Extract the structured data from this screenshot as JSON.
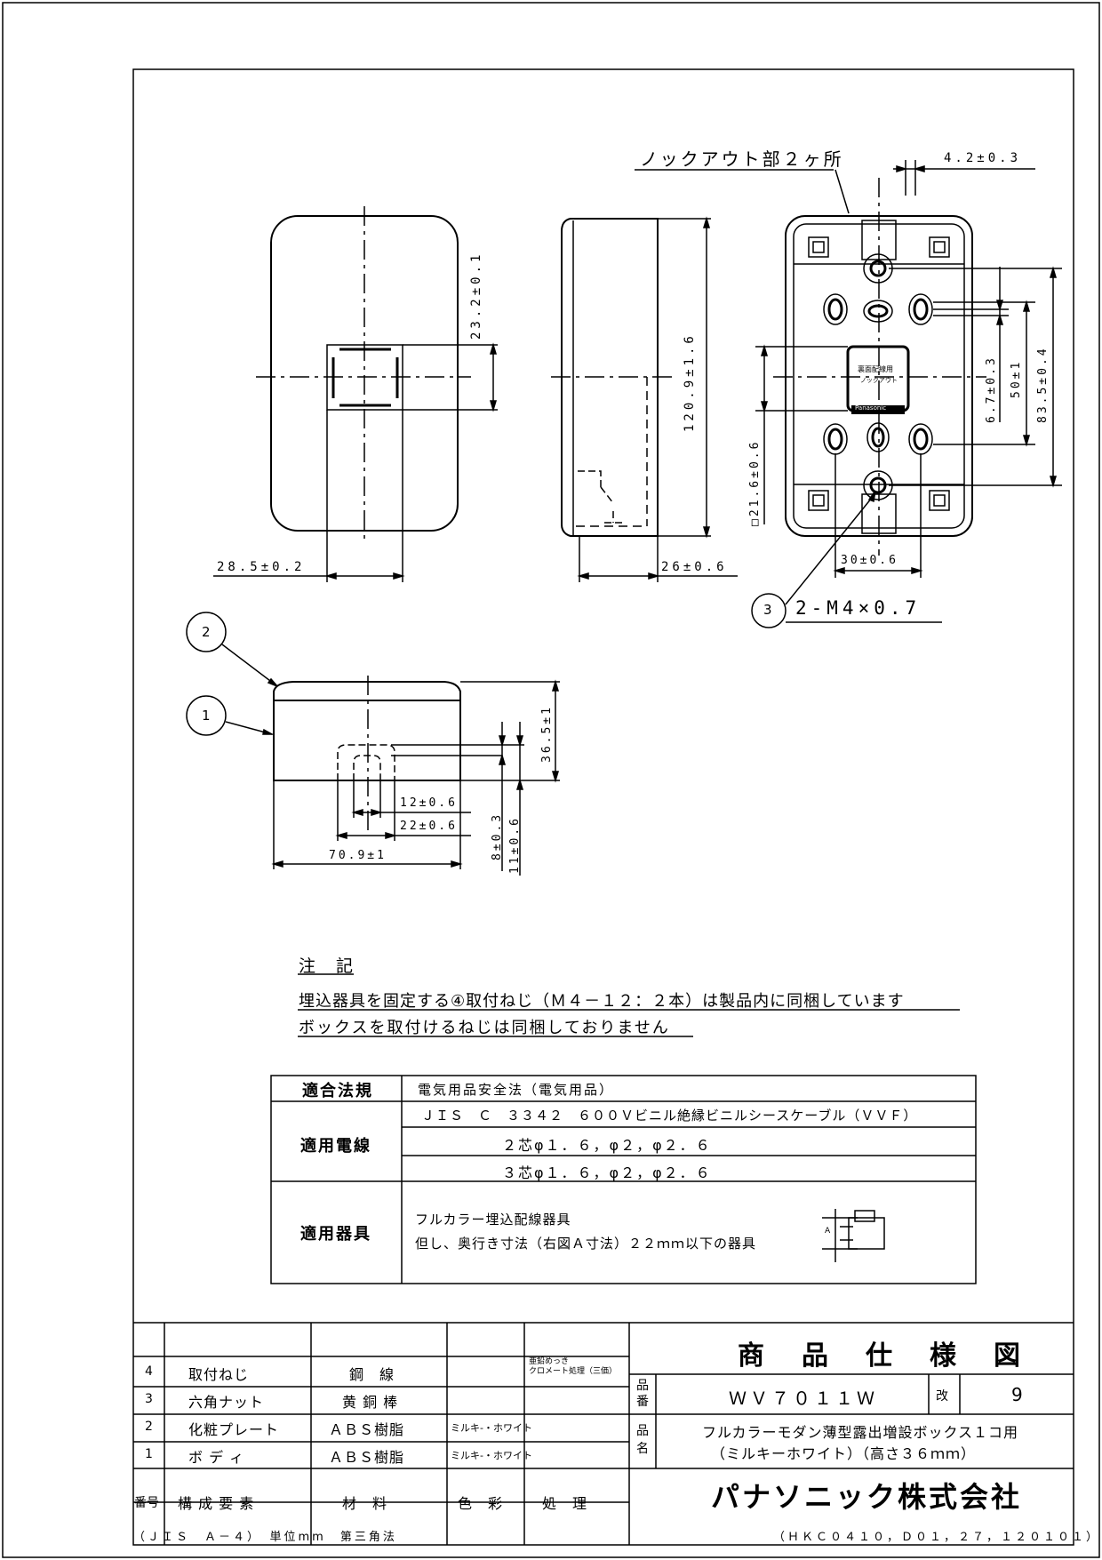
{
  "drawing": {
    "knockout_callout": "ノックアウト部２ヶ所",
    "dim_42": "4.2±0.3",
    "dim_232": "23.2±0.1",
    "dim_1209": "120.9±1.6",
    "dim_285": "28.5±0.2",
    "dim_26": "26±0.6",
    "dim_67": "6.7±0.3",
    "dim_50": "50±1",
    "dim_835": "83.5±0.4",
    "dim_216": "□21.6±0.6",
    "dim_30": "30±0.6",
    "screw_ref_num": "3",
    "screw_ref_text": "2-M4×0.7",
    "balloon_2": "2",
    "balloon_1": "1",
    "dim_365": "36.5±1",
    "dim_12": "12±0.6",
    "dim_22": "22±0.6",
    "dim_709": "70.9±1",
    "dim_8": "8±0.3",
    "dim_11": "11±0.6",
    "label_rear": "裏面配線用",
    "label_knock": "ノックアウト",
    "label_brand_small": "Panasonic"
  },
  "notes": {
    "heading": "注　記",
    "line1": "埋込器具を固定する④取付ねじ（Ｍ４－１２：２本）は製品内に同梱しています",
    "line2": "ボックスを取付けるねじは同梱しておりません"
  },
  "spec_table": {
    "law_label": "適合法規",
    "law_value": "電気用品安全法（電気用品）",
    "wire_label": "適用電線",
    "wire_rows": [
      "ＪＩＳ　Ｃ　３３４２　６００Ｖビニル絶縁ビニルシースケーブル（ＶＶＦ）",
      "２芯φ１．６，φ２，φ２．６",
      "３芯φ１．６，φ２，φ２．６"
    ],
    "device_label": "適用器具",
    "device_line1": "フルカラー埋込配線器具",
    "device_line2": "但し、奥行き寸法（右図Ａ寸法）２２ｍｍ以下の器具",
    "device_dim_label": "A"
  },
  "title_block": {
    "title": "商　品　仕　様　図",
    "hinban_label": "品番",
    "hinban": "ＷＶ７０１１Ｗ",
    "rev_label": "改",
    "rev": "9",
    "hinmei_label": "品名",
    "hinmei_line1": "フルカラーモダン薄型露出増設ボックス１コ用",
    "hinmei_line2": "（ミルキーホワイト）（高さ３６ｍｍ）",
    "company": "パナソニック株式会社",
    "header_row": {
      "no": "番号",
      "part": "構 成 要 素",
      "material": "材　料",
      "color": "色　彩",
      "finish": "処　理"
    },
    "parts": [
      {
        "no": "4",
        "part": "取付ねじ",
        "material": "鋼　線",
        "color": "",
        "finish_line1": "亜鉛めっき",
        "finish_line2": "クロメート処理（三価）"
      },
      {
        "no": "3",
        "part": "六角ナット",
        "material": "黄 銅 棒",
        "color": "",
        "finish_line1": "",
        "finish_line2": ""
      },
      {
        "no": "2",
        "part": "化粧プレート",
        "material": "ＡＢＳ樹脂",
        "color": "ミルキ-・ホワイト",
        "finish_line1": "",
        "finish_line2": ""
      },
      {
        "no": "1",
        "part": "ボ デ ィ",
        "material": "ＡＢＳ樹脂",
        "color": "ミルキ-・ホワイト",
        "finish_line1": "",
        "finish_line2": ""
      }
    ]
  },
  "footer": {
    "left": "（ＪＩＳ　Ａ－４）　単位mm　第三角法",
    "right": "（ＨＫＣ０４１０，Ｄ０１，２７，１２０１０１）"
  }
}
